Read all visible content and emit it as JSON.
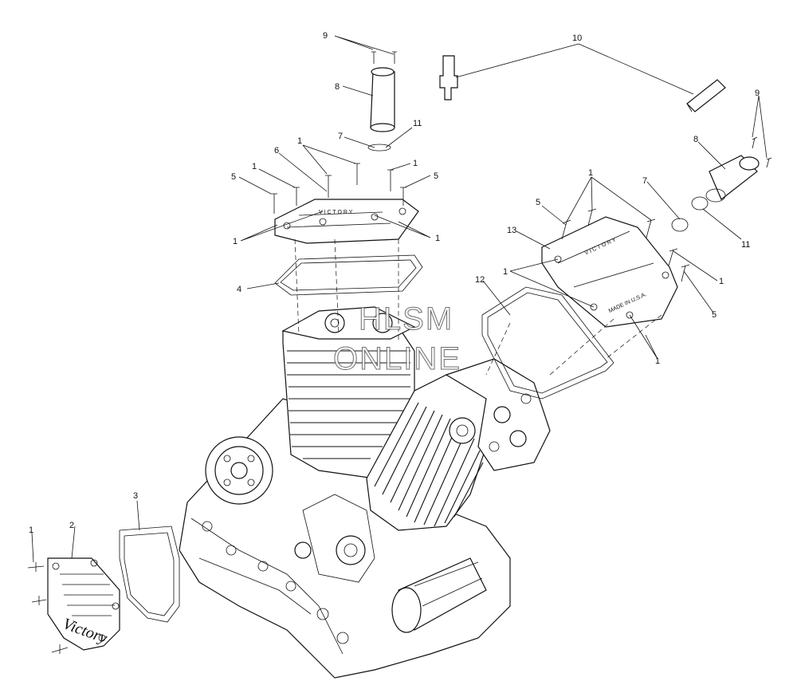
{
  "callouts": {
    "c1": "1",
    "c2": "2",
    "c3": "3",
    "c4": "4",
    "c5": "5",
    "c6": "6",
    "c7": "7",
    "c8": "8",
    "c9": "9",
    "c10": "10",
    "c11": "11",
    "c12": "12",
    "c13": "13"
  },
  "castings": {
    "made_in_usa": "MADE IN U.S.A.",
    "victory_top": "V I C T O R Y",
    "victory_logo": "Victory"
  },
  "watermark": {
    "line1": "HLSM",
    "line2": "ONLINE"
  }
}
